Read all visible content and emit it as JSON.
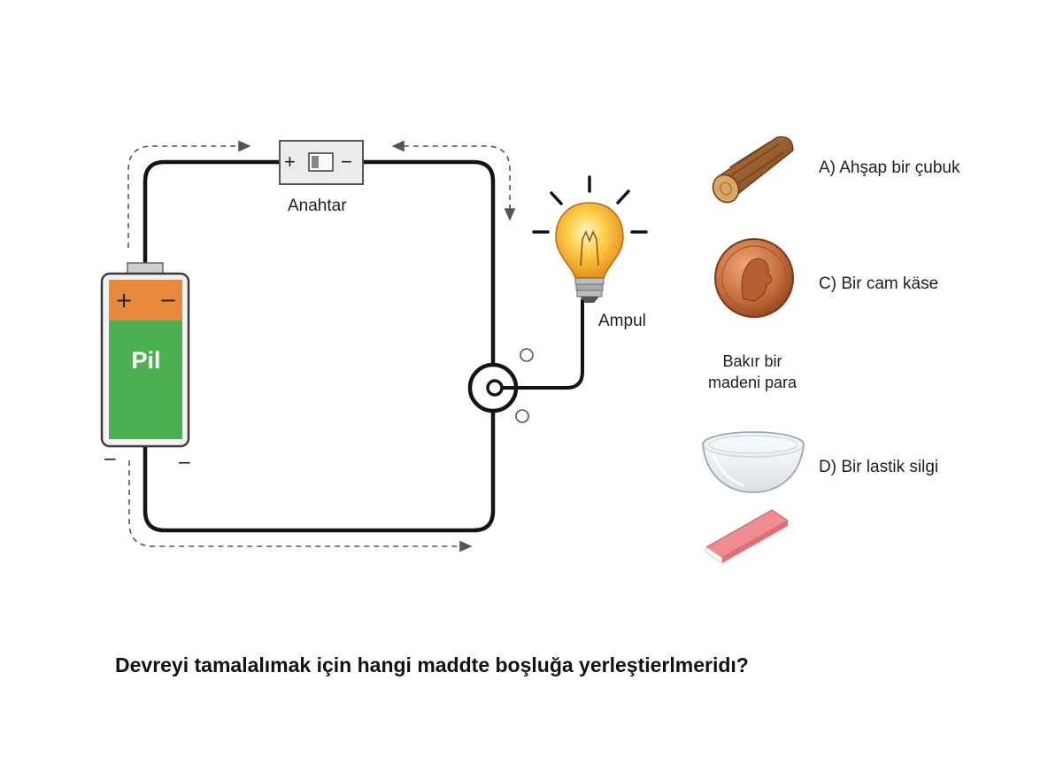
{
  "circuit": {
    "switch_label": "Anahtar",
    "switch_plus": "+",
    "switch_minus": "−",
    "battery_label": "Pil",
    "battery_plus": "+",
    "battery_minus": "−",
    "battery_bottom_left": "−",
    "battery_bottom_right": "−",
    "bulb_label": "Ampul"
  },
  "options": {
    "a": "A) Ahşap bir çubuk",
    "c": "C) Bir cam käse",
    "coin_line1": "Bakır bir",
    "coin_line2": "madeni para",
    "d": "D) Bir lastik silgi"
  },
  "question": "Devreyi tamalalımak için hangi maddte boşluğa yerleştierlmeridı?",
  "colors": {
    "wire": "#141414",
    "battery_top": "#e8883a",
    "battery_body": "#4caf50",
    "bulb_glow": "#f7b32b",
    "copper": "#c8703f",
    "wood": "#9a5f2c",
    "eraser": "#ee8c91"
  }
}
